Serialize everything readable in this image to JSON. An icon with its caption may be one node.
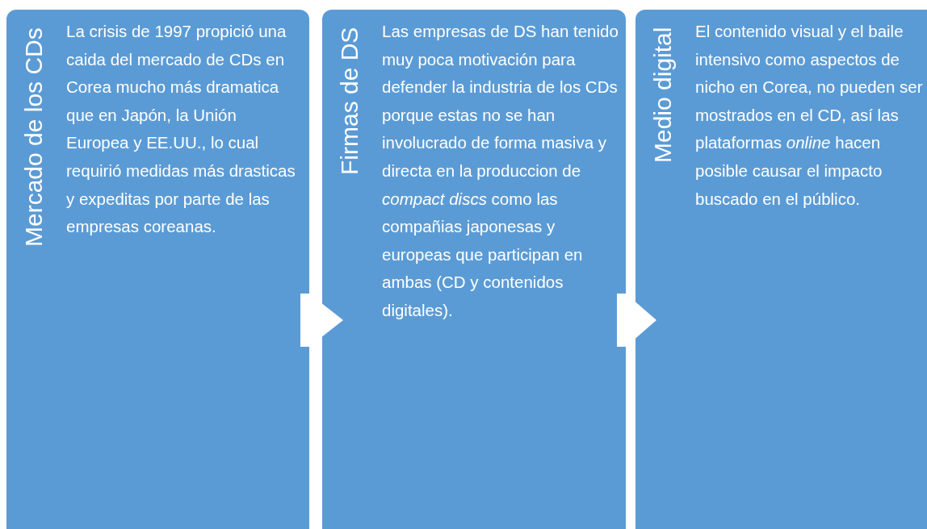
{
  "diagram": {
    "nodes": [
      {
        "text": [
          "Mercado de los CDs",
          "La crisis de 1997 propició una caida del mercado de CDs en Corea mucho más dramatica que en Japón, la Unión Europea y EE.UU., lo cual requirió medidas más drasticas y expeditas por parte de las empresas coreanas."
        ]
      },
      {
        "text": [
          "Firmas de DS",
          "Las empresas de DS han tenido muy poca motivación para defender la industria de los CDs porque estas no se han involucrado de forma masiva y directa en la produccion de *compact discs* como las compañias japonesas y europeas que participan en ambas (CD y contenidos digitales)."
        ]
      },
      {
        "text": [
          "Medio digital",
          "El contenido visual y el baile intensivo como aspectos de nicho en Corea, no pueden ser mostrados en el CD, así las plataformas *online* hacen posible causar el impacto buscado en el público."
        ]
      }
    ],
    "edges": [
      {
        "from": 0,
        "to": 1,
        "arrow": "to"
      },
      {
        "from": 1,
        "to": 2,
        "arrow": "to"
      }
    ]
  }
}
